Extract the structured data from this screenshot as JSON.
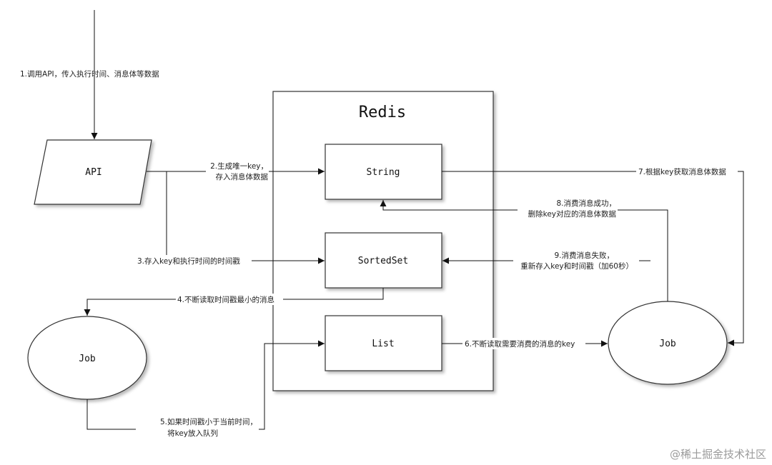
{
  "container": {
    "title": "Redis"
  },
  "nodes": {
    "api": "API",
    "string": "String",
    "sortedset": "SortedSet",
    "list": "List",
    "job_left": "Job",
    "job_right": "Job"
  },
  "steps": {
    "s1": "1.调用API，传入执行时间、消息体等数据",
    "s2_line1": "2.生成唯一key，",
    "s2_line2": "存入消息体数据",
    "s3": "3.存入key和执行时间的时间戳",
    "s4": "4.不断读取时间戳最小的消息",
    "s5_line1": "5.如果时间戳小于当前时间，",
    "s5_line2": "将key放入队列",
    "s6": "6.不断读取需要消费的消息的key",
    "s7": "7.根据key获取消息体数据",
    "s8_line1": "8.消费消息成功，",
    "s8_line2": "删除key对应的消息体数据",
    "s9_line1": "9.消费消息失败，",
    "s9_line2": "重新存入key和时间戳（加60秒）"
  },
  "watermark": "@稀土掘金技术社区"
}
